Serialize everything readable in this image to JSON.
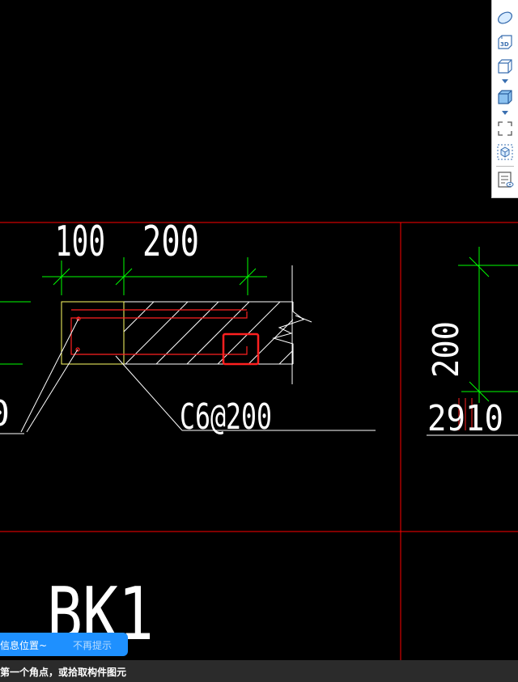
{
  "drawing": {
    "dim_labels": [
      "100",
      "200"
    ],
    "rebar_label": "C6@200",
    "vert_dim": "200",
    "right_label": "2910",
    "left_fragment": "0",
    "title": "BK1"
  },
  "toolbar": {
    "items": [
      {
        "name": "ellipse-tool-icon"
      },
      {
        "name": "3d-view-icon",
        "label": "3D"
      },
      {
        "name": "cube-outline-icon"
      },
      {
        "name": "cube-solid-icon"
      },
      {
        "name": "select-frame-icon"
      },
      {
        "name": "component-box-icon"
      },
      {
        "name": "properties-view-icon"
      }
    ]
  },
  "tip": {
    "text": "信息位置~",
    "dismiss": "不再提示"
  },
  "status": {
    "text": "第一个角点，或拾取构件图元"
  },
  "colors": {
    "background": "#000000",
    "axis": "#ff0000",
    "dimension": "#00ff00",
    "outline": "#ffffff",
    "section_edge": "#ffff66",
    "highlight": "#ff2020",
    "tip_bg": "#1e90ff"
  }
}
